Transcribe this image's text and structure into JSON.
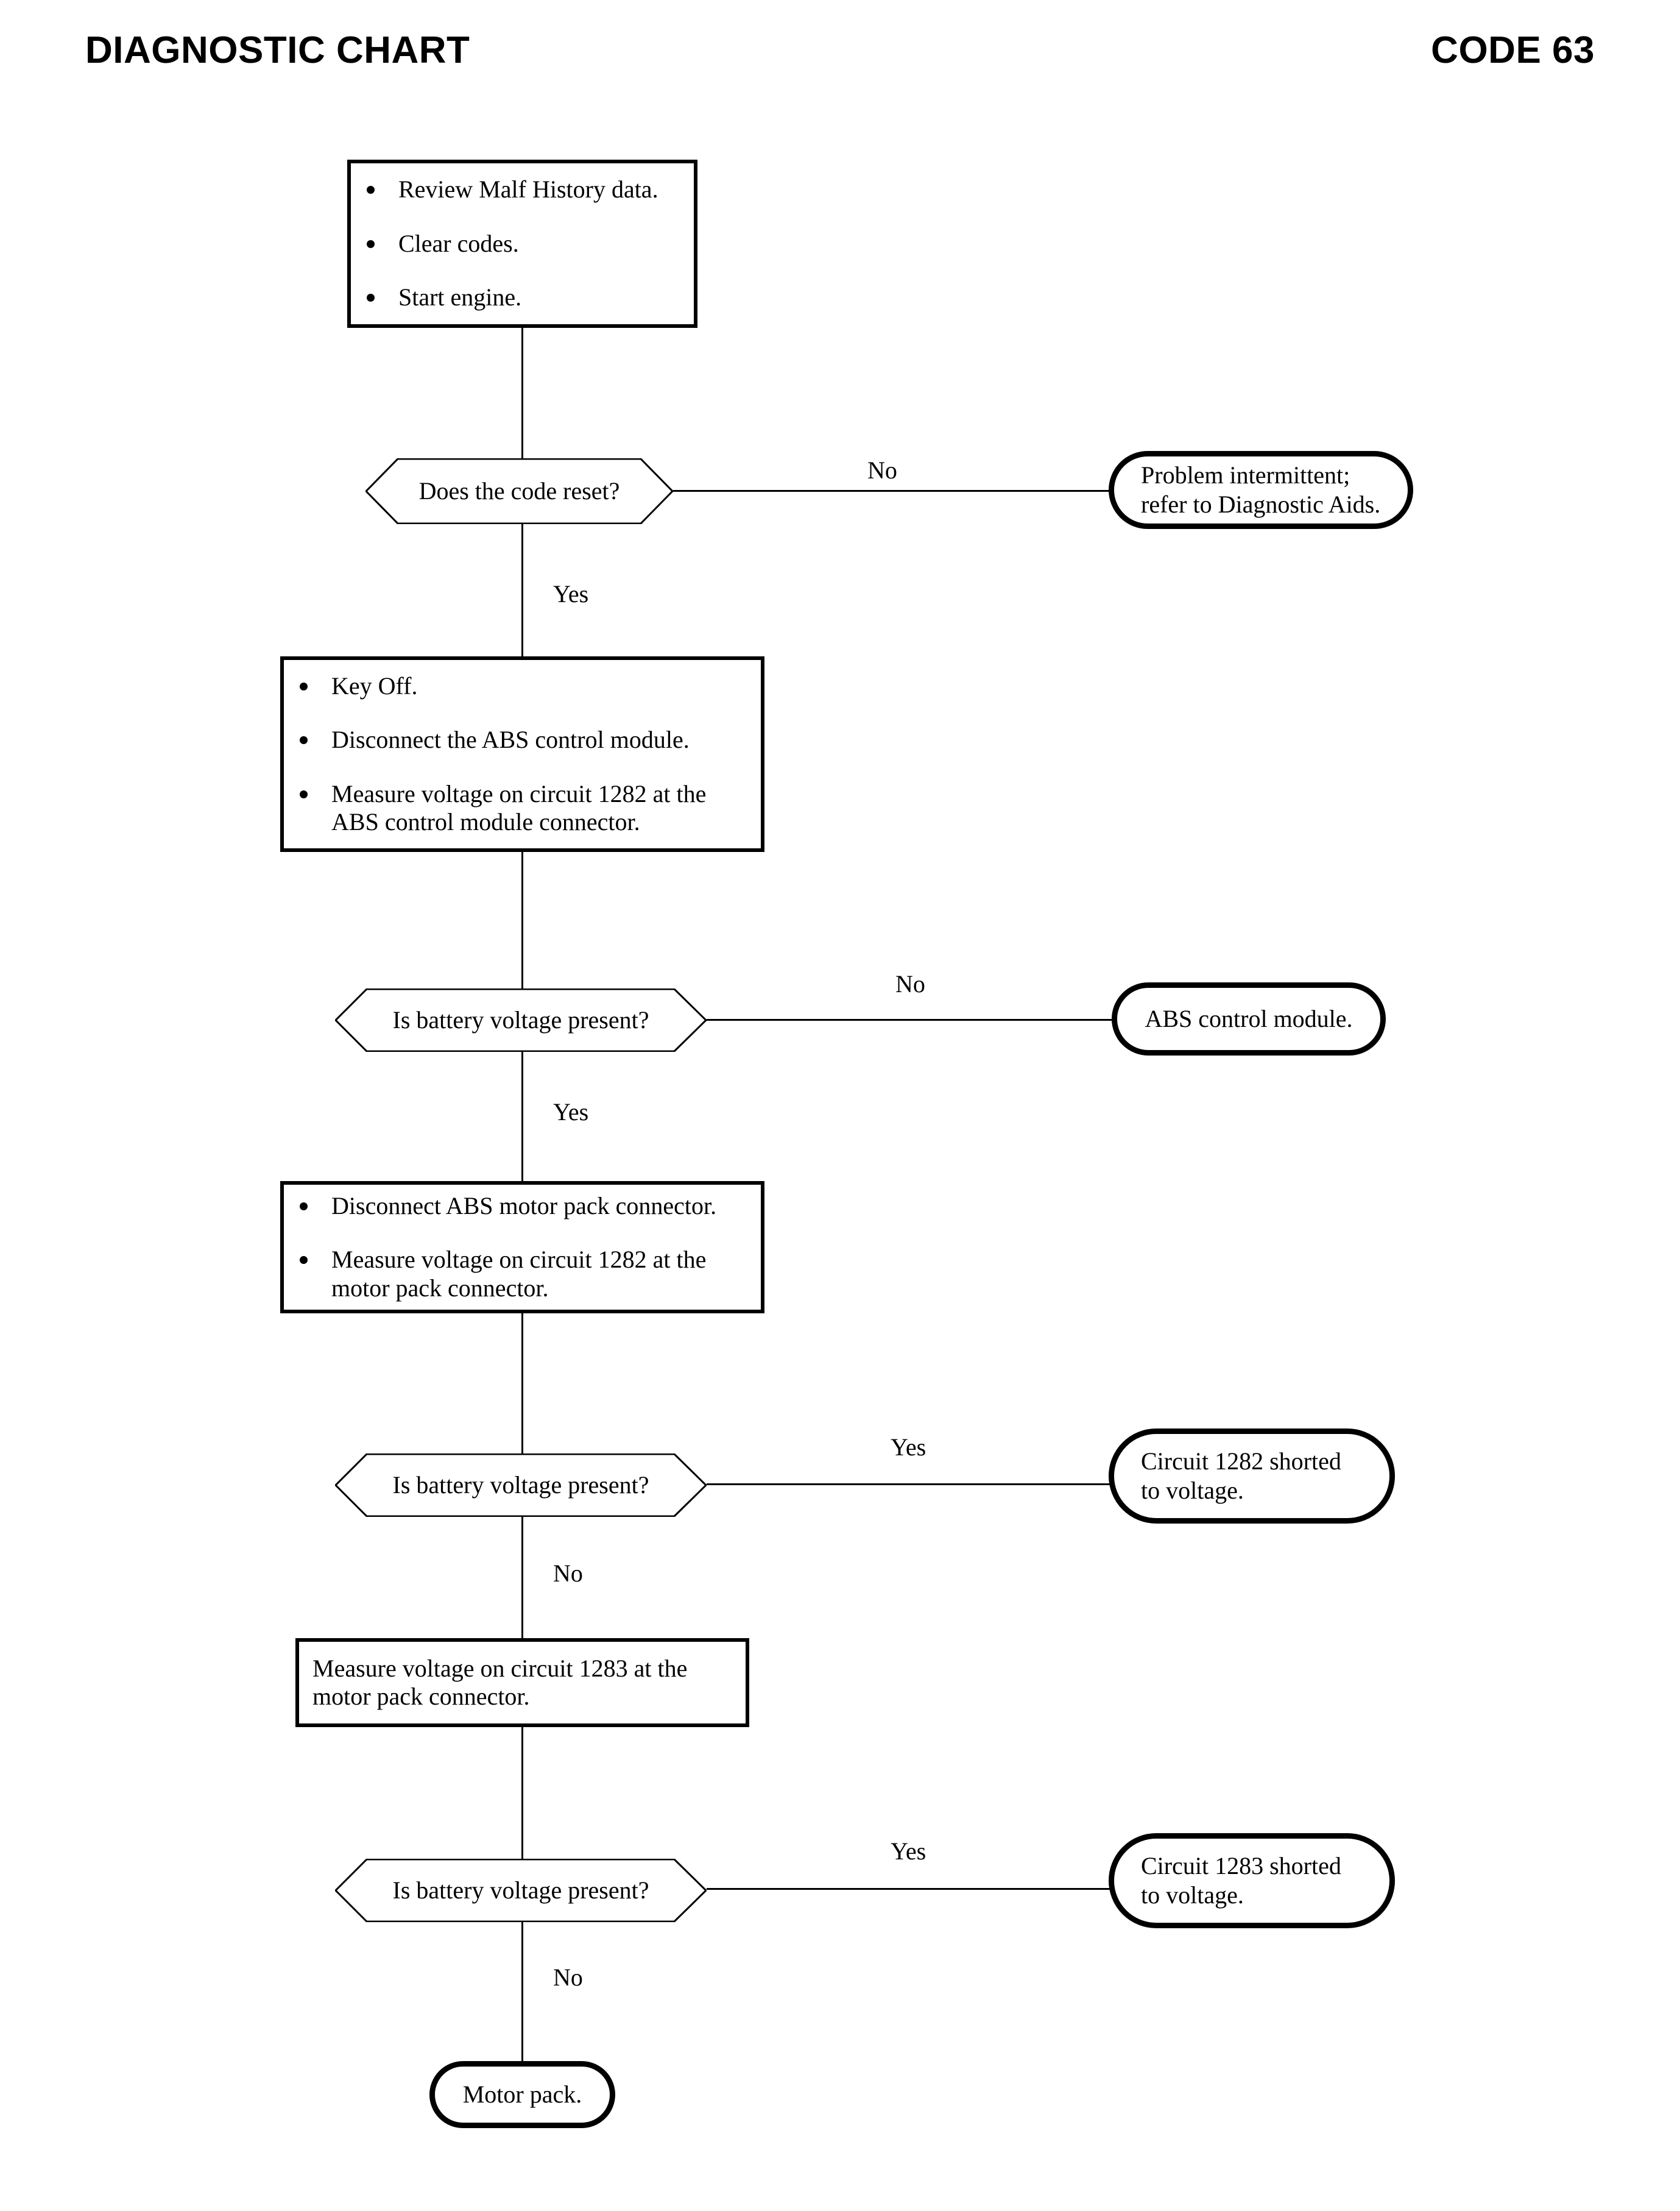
{
  "header": {
    "title": "DIAGNOSTIC CHART",
    "code": "CODE 63"
  },
  "chart_data": {
    "type": "flowchart",
    "title": "DIAGNOSTIC CHART",
    "code": "CODE 63",
    "nodes": [
      {
        "id": "step1",
        "shape": "process",
        "items": [
          "Review Malf History data.",
          "Clear codes.",
          "Start engine."
        ]
      },
      {
        "id": "dec1",
        "shape": "decision",
        "text": "Does the code reset?"
      },
      {
        "id": "term1",
        "shape": "terminator",
        "lines": [
          "Problem intermittent;",
          "refer to Diagnostic Aids."
        ]
      },
      {
        "id": "step2",
        "shape": "process",
        "items": [
          "Key Off.",
          "Disconnect the ABS control module.",
          "Measure voltage on circuit 1282 at the ABS control module connector."
        ]
      },
      {
        "id": "dec2",
        "shape": "decision",
        "text": "Is battery voltage present?"
      },
      {
        "id": "term2",
        "shape": "terminator",
        "lines": [
          "ABS control module."
        ]
      },
      {
        "id": "step3",
        "shape": "process",
        "items": [
          "Disconnect ABS motor pack connector.",
          "Measure voltage on circuit 1282 at the motor pack connector."
        ]
      },
      {
        "id": "dec3",
        "shape": "decision",
        "text": "Is battery voltage present?"
      },
      {
        "id": "term3",
        "shape": "terminator",
        "lines": [
          "Circuit 1282 shorted",
          "to voltage."
        ]
      },
      {
        "id": "step4",
        "shape": "process",
        "items": [
          "Measure voltage on circuit 1283 at the motor pack connector."
        ]
      },
      {
        "id": "dec4",
        "shape": "decision",
        "text": "Is battery voltage present?"
      },
      {
        "id": "term4",
        "shape": "terminator",
        "lines": [
          "Circuit 1283 shorted",
          "to voltage."
        ]
      },
      {
        "id": "term5",
        "shape": "terminator",
        "lines": [
          "Motor pack."
        ]
      }
    ],
    "edges": [
      {
        "from": "step1",
        "to": "dec1",
        "label": ""
      },
      {
        "from": "dec1",
        "to": "term1",
        "label": "No"
      },
      {
        "from": "dec1",
        "to": "step2",
        "label": "Yes"
      },
      {
        "from": "dec2",
        "to": "term2",
        "label": "No"
      },
      {
        "from": "dec2",
        "to": "step3",
        "label": "Yes"
      },
      {
        "from": "dec3",
        "to": "term3",
        "label": "Yes"
      },
      {
        "from": "dec3",
        "to": "step4",
        "label": "No"
      },
      {
        "from": "dec4",
        "to": "term4",
        "label": "Yes"
      },
      {
        "from": "dec4",
        "to": "term5",
        "label": "No"
      }
    ]
  },
  "step1": {
    "item1": "Review Malf History data.",
    "item2": "Clear codes.",
    "item3": "Start engine."
  },
  "decision1": {
    "text": "Does the code reset?"
  },
  "terminator1": {
    "line1": "Problem intermittent;",
    "line2": "refer to Diagnostic Aids."
  },
  "step2": {
    "item1": "Key Off.",
    "item2": "Disconnect the ABS control module.",
    "item3_line1": "Measure voltage on circuit 1282 at the",
    "item3_line2": "ABS control module connector."
  },
  "decision2": {
    "text": "Is battery voltage present?"
  },
  "terminator2": {
    "line1": "ABS control module."
  },
  "step3": {
    "item1": "Disconnect ABS motor pack connector.",
    "item2_line1": "Measure voltage on circuit 1282 at the",
    "item2_line2": "motor pack connector."
  },
  "decision3": {
    "text": "Is battery voltage present?"
  },
  "terminator3": {
    "line1": "Circuit 1282 shorted",
    "line2": "to voltage."
  },
  "step4": {
    "line1": "Measure voltage on circuit 1283 at the",
    "line2": "motor pack connector."
  },
  "decision4": {
    "text": "Is battery voltage present?"
  },
  "terminator4": {
    "line1": "Circuit 1283 shorted",
    "line2": "to voltage."
  },
  "terminator5": {
    "line1": "Motor pack."
  },
  "labels": {
    "no1": "No",
    "yes1": "Yes",
    "no2": "No",
    "yes2": "Yes",
    "yes3": "Yes",
    "no3": "No",
    "yes4": "Yes",
    "no4": "No"
  }
}
